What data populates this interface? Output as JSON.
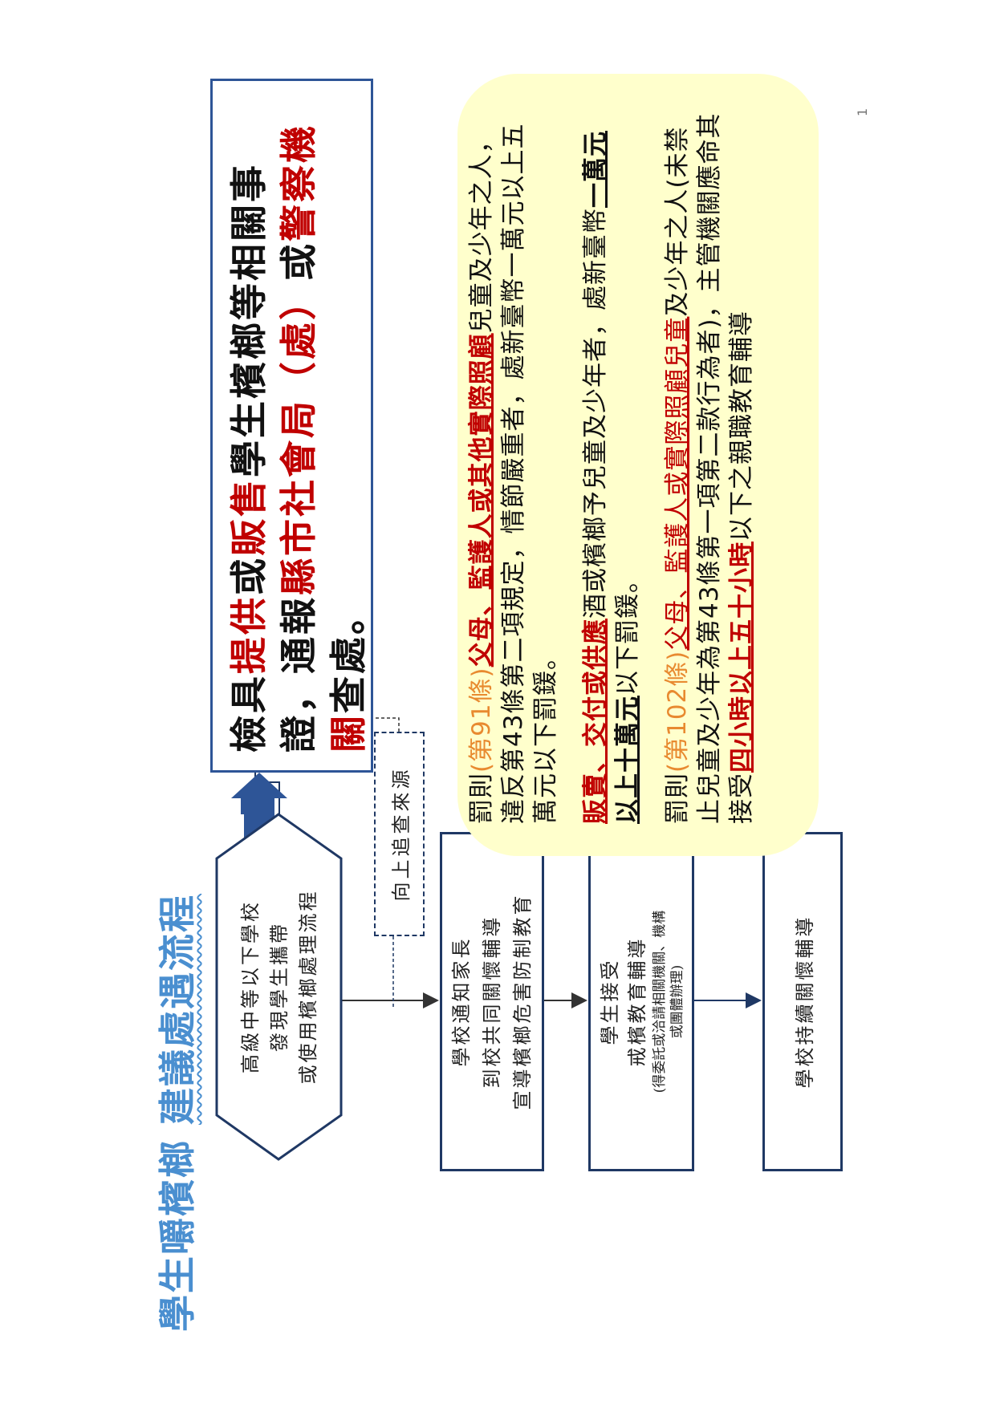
{
  "title": {
    "part1": "學生嚼檳榔",
    "part2": "建議處遇流程"
  },
  "flow": {
    "start_lines": [
      "高級中等以下學校",
      "發現學生攜帶",
      "或使用檳榔處理流程"
    ],
    "step1_lines": [
      "學校通知家長",
      "到校共同關懷輔導",
      "宣導檳榔危害防制教育"
    ],
    "step2_lines": [
      "學生接受",
      "戒檳教育輔導"
    ],
    "step2_note_lines": [
      "(得委託或洽請相關機關、機構",
      "或團體辦理)"
    ],
    "step3": "學校持續關懷輔導",
    "trace": "向上追查來源"
  },
  "main_box": {
    "seg1": "檢具",
    "seg2": "提供",
    "seg3": "或",
    "seg4": "販售",
    "seg5": "學生檳榔等相關事證，通報",
    "seg6": "縣市社會局（處）",
    "seg7": "或",
    "seg8": "警察機關",
    "seg9": "查處。"
  },
  "penalties": {
    "p1": {
      "prefix": "罰則",
      "ref": "(第91條)",
      "bold_under": "父母、監護人或其他實際照顧",
      "text": "兒童及少年之人，違反第43條第二項規定，情節嚴重者，處新臺幣一萬元以上五萬元以下罰鍰。"
    },
    "p2": {
      "bold_under": "販賣、交付或供應",
      "text1": "酒或檳榔予兒童及少年者，處新臺幣",
      "bold_under2": "一萬元以上十萬元",
      "text2": "以下罰鍰。"
    },
    "p3": {
      "prefix": "罰則",
      "ref": "(第102條)",
      "under": "父母、監護人或實際照顧兒童",
      "text1": "及少年之人(未禁止兒童及少年為第43條第一項第二款行為者)，主管機關應命其接受",
      "bold_under": "四小時以上五十小時",
      "text2": "以下之親職教育輔導"
    }
  },
  "page_number": "1",
  "colors": {
    "title": "#4a8fd0",
    "border": "#1f3864",
    "arrow": "#2e5597",
    "red": "#c00000",
    "orange": "#e88a30",
    "note_bg": "#ffffcc"
  }
}
